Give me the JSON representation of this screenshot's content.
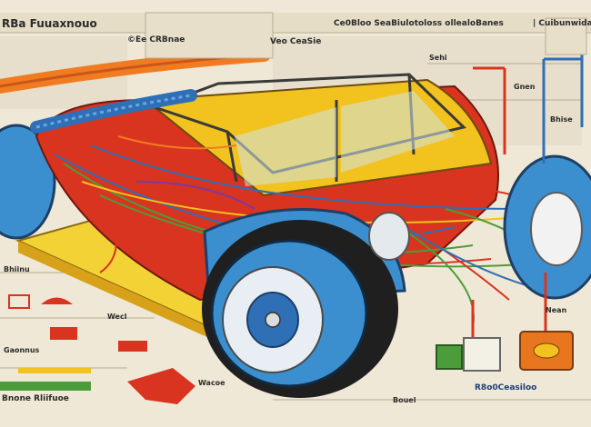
{
  "labels": {
    "top_title": "RBa Fuuaxnouo",
    "top_sub": "©Ee CRBnae",
    "top_right": "Ce0Bloo  SeaBiulotoloss ollealoBanes",
    "top_right2": "| Cuibunwidae",
    "mid_a": "Veo CeaSie",
    "mid_b": "Sehi",
    "right_a": "Gnen",
    "right_b": "Bhise",
    "left_a": "Bhiinu",
    "left_b": "Wecl",
    "left_c": "Gaonnus",
    "left_d": "Bnone Rliifuoe",
    "bot_a": "Wacoe",
    "bot_b": "Bouel",
    "bot_c": "R8o0Ceasiloo",
    "right_c": "Nean"
  },
  "colors": {
    "paper": "#efe8d6",
    "body_yellow": "#f2c21e",
    "body_red": "#d9341f",
    "body_orange": "#f07c22",
    "tire_blue": "#3c8fcf",
    "wire_blue": "#2e6fb6",
    "wire_green": "#4a9d3a",
    "chassis_yellow": "#f3d235"
  }
}
